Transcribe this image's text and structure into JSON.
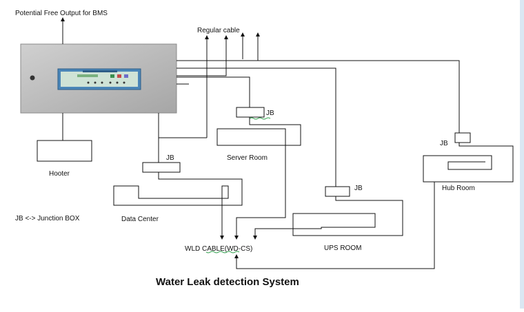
{
  "title": "Water Leak detection System",
  "labels": {
    "bms_output": "Potential Free Output for BMS",
    "regular_cable": "Regular cable",
    "hooter": "Hooter",
    "junction_legend": "JB <-> Junction BOX",
    "data_center": "Data Center",
    "server_room": "Server Room",
    "ups_room": "UPS ROOM",
    "hub_room": "Hub Room",
    "wld_cable": "WLD CABLE(WD-CS)",
    "jb_server": "JB",
    "jb_data": "JB",
    "jb_ups": "JB",
    "jb_hub": "JB"
  },
  "colors": {
    "panel": "#b8b8b8",
    "display": "#4a86b8",
    "display_screen": "#cfe3d6",
    "squiggle": "#2e9e4a"
  }
}
